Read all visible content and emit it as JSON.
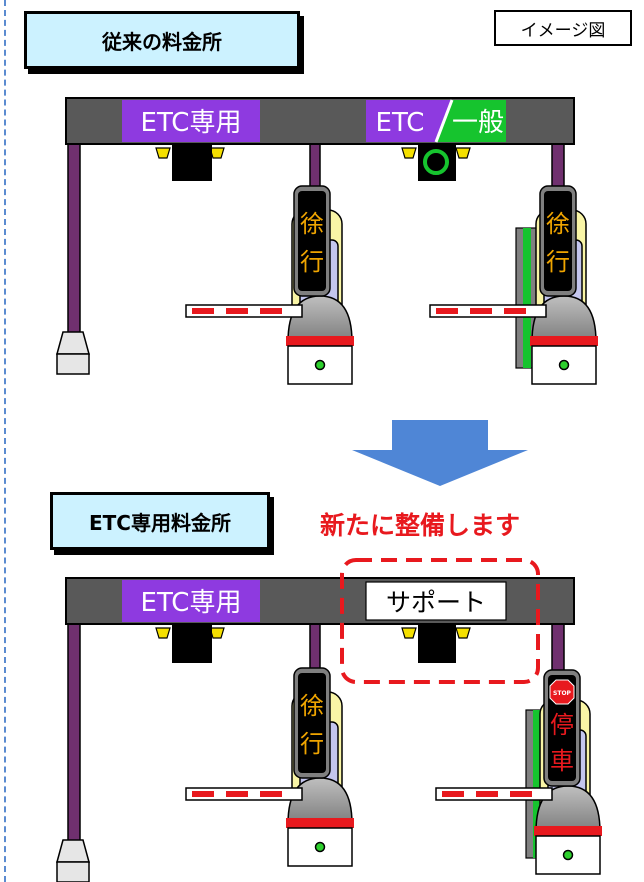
{
  "top": {
    "title": "従来の料金所",
    "badge": "イメージ図",
    "sign_left": "ETC専用",
    "sign_right_a": "ETC",
    "sign_right_b": "一般",
    "gate_chars": [
      "徐",
      "行"
    ]
  },
  "bottom": {
    "title": "ETC専用料金所",
    "note": "新たに整備します",
    "sign_left": "ETC専用",
    "sign_support": "サポート",
    "gate_left_chars": [
      "徐",
      "行"
    ],
    "gate_right_chars": [
      "停",
      "車"
    ],
    "stop_mark": "STOP"
  },
  "colors": {
    "frame": "#595959",
    "post": "#70306f",
    "sign_purple": "#8e3ae0",
    "sign_green": "#16c42e",
    "accent_red": "#e8191e",
    "arrow_blue": "#4f86d6",
    "booth_yellow": "#f9f5a6",
    "lamp_green": "#2dd02d"
  }
}
